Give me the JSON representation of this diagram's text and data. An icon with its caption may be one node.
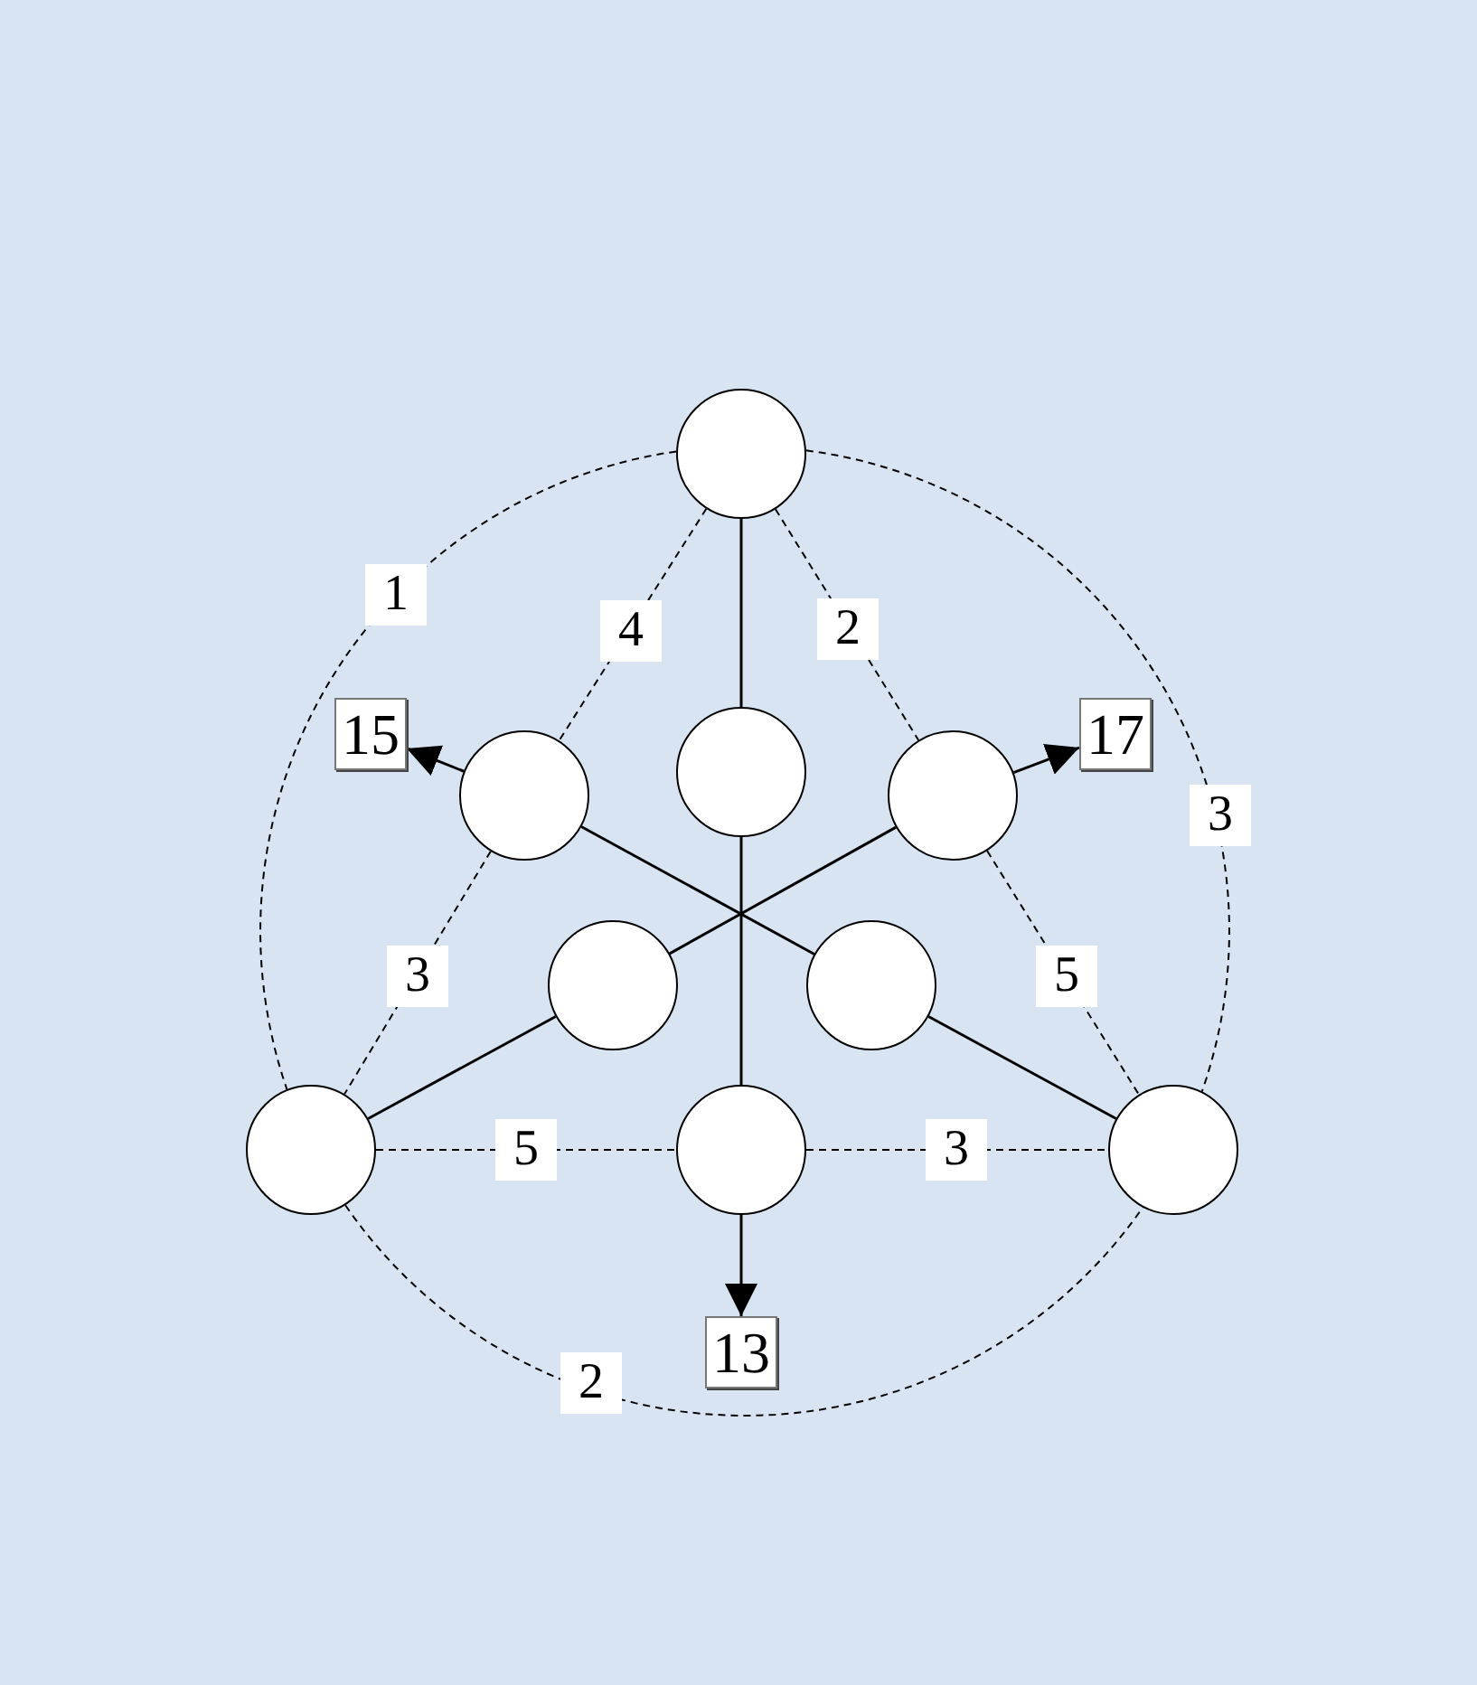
{
  "diagram": {
    "nodes": [
      {
        "text": [],
        "shape": "circle"
      },
      {
        "text": [
          "15"
        ]
      },
      {
        "text": [],
        "shape": "circle"
      },
      {
        "text": [],
        "shape": "circle"
      },
      {
        "text": [],
        "shape": "circle"
      },
      {
        "text": [
          "17"
        ]
      },
      {
        "text": [],
        "shape": "circle"
      },
      {
        "text": [],
        "shape": "circle"
      },
      {
        "text": [],
        "shape": "circle"
      },
      {
        "text": [],
        "shape": "circle"
      },
      {
        "text": [],
        "shape": "circle"
      },
      {
        "text": [
          "13"
        ]
      }
    ],
    "edges": [
      {
        "from": 0,
        "to": 8,
        "arrow": "none",
        "style": "dashed",
        "label": "1"
      },
      {
        "from": 0,
        "to": 2,
        "arrow": "none",
        "style": "dashed",
        "label": "4"
      },
      {
        "from": 0,
        "to": 3,
        "arrow": "none"
      },
      {
        "from": 0,
        "to": 4,
        "arrow": "none",
        "style": "dashed",
        "label": "2"
      },
      {
        "from": 0,
        "to": 10,
        "arrow": "none",
        "style": "dashed",
        "label": "3"
      },
      {
        "from": 2,
        "to": 1,
        "arrow": "to"
      },
      {
        "from": 4,
        "to": 5,
        "arrow": "to"
      },
      {
        "from": 2,
        "to": 7,
        "arrow": "none"
      },
      {
        "from": 4,
        "to": 6,
        "arrow": "none"
      },
      {
        "from": 3,
        "to": 9,
        "arrow": "none"
      },
      {
        "from": 2,
        "to": 8,
        "arrow": "none",
        "style": "dashed",
        "label": "3"
      },
      {
        "from": 4,
        "to": 10,
        "arrow": "none",
        "style": "dashed",
        "label": "5"
      },
      {
        "from": 6,
        "to": 8,
        "arrow": "none"
      },
      {
        "from": 7,
        "to": 10,
        "arrow": "none"
      },
      {
        "from": 8,
        "to": 9,
        "arrow": "none",
        "style": "dashed",
        "label": "5"
      },
      {
        "from": 9,
        "to": 10,
        "arrow": "none",
        "style": "dashed",
        "label": "3"
      },
      {
        "from": 8,
        "to": 10,
        "arrow": "none",
        "style": "dashed",
        "label": "2"
      },
      {
        "from": 9,
        "to": 11,
        "arrow": "to"
      }
    ]
  }
}
